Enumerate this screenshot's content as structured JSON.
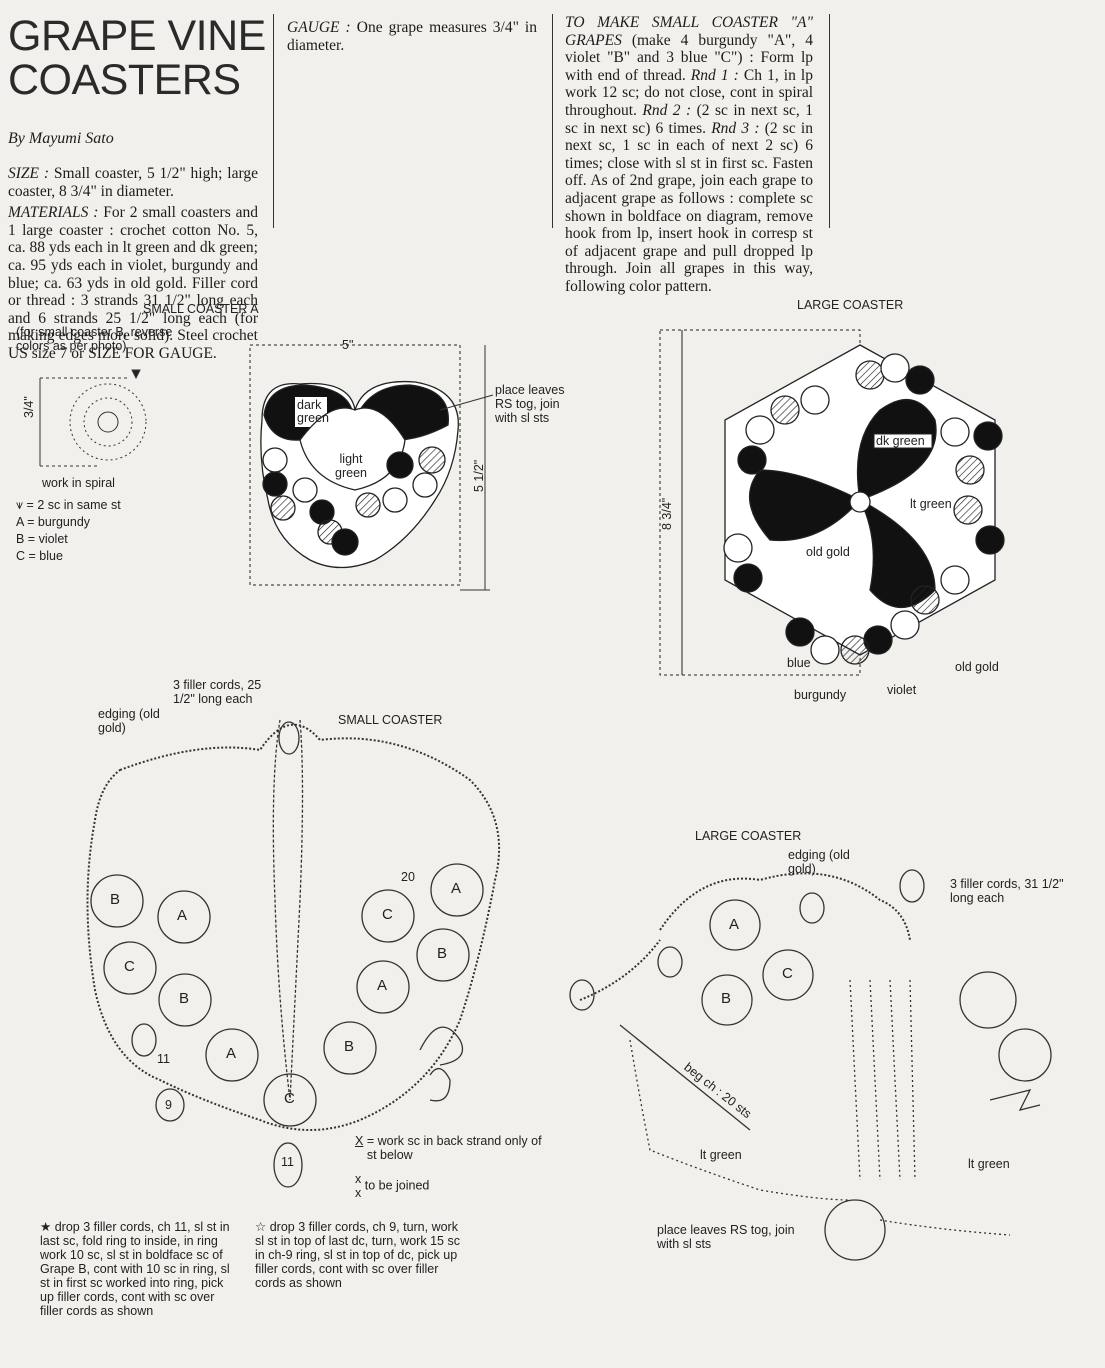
{
  "header": {
    "title_line1": "GRAPE VINE",
    "title_line2": "COASTERS",
    "byline": "By Mayumi Sato"
  },
  "text": {
    "size_label": "SIZE :",
    "size_text": " Small coaster, 5 1/2\" high; large coaster, 8 3/4\" in diameter.",
    "materials_label": "MATERIALS :",
    "materials_text": " For 2 small coasters and 1 large coaster : crochet cotton No. 5, ca. 88 yds each in lt green and dk green; ca. 95 yds each in violet, burgundy and blue; ca. 63 yds in old gold. Filler cord or thread : 3 strands 31 1/2\" long each and 6 strands 25 1/2\" long each (for making edges more solid). Steel crochet US size 7 or SIZE FOR GAUGE.",
    "gauge_label": "GAUGE :",
    "gauge_text": " One grape measures 3/4\" in diameter.",
    "make_label": "TO MAKE SMALL COASTER \"A\" GRAPES",
    "make_text": " (make 4 burgundy \"A\", 4 violet \"B\" and 3 blue \"C\") : Form lp with end of thread. ",
    "rnd1_label": "Rnd 1 :",
    "rnd1_text": " Ch 1, in lp work 12 sc; do not close, cont in spiral throughout. ",
    "rnd2_label": "Rnd 2 :",
    "rnd2_text": " (2 sc in next sc, 1 sc in next sc) 6 times. ",
    "rnd3_label": "Rnd 3 :",
    "rnd3_text": " (2 sc in next sc, 1 sc in each of next 2 sc) 6 times; close with sl st in first sc. Fasten off. As of 2nd grape, join each grape to adjacent grape as follows : complete sc shown in boldface on diagram, remove hook from lp, insert hook in corresp st of adjacent grape and pull dropped lp through. Join all grapes in this way, following color pattern."
  },
  "small_a": {
    "title": "SMALL COASTER A",
    "note": "(for small coaster B, reverse colors as per photo)",
    "dim_small": "3/4\"",
    "spiral": "work in spiral",
    "width": "5\"",
    "height": "5 1/2\"",
    "dark": "dark green",
    "light": "light green",
    "place": "place leaves RS tog, join with sl sts",
    "legend": [
      "= 2 sc in same st",
      "A = burgundy",
      "B = violet",
      "C = blue"
    ]
  },
  "large_top": {
    "title": "LARGE COASTER",
    "height": "8 3/4\"",
    "dk": "dk green",
    "lt": "lt green",
    "oldgold1": "old gold",
    "oldgold2": "old gold",
    "blue": "blue",
    "violet": "violet",
    "burgundy": "burgundy"
  },
  "small_chart": {
    "cords": "3 filler cords, 25 1/2\" long each",
    "edging": "edging (old gold)",
    "title": "SMALL COASTER",
    "num11a": "11",
    "num9": "9",
    "num11b": "11",
    "num20": "20",
    "letters": [
      "B",
      "A",
      "C",
      "B",
      "A",
      "C",
      "C",
      "A",
      "B",
      "A",
      "B"
    ],
    "key1": "= work sc in back strand only of st below",
    "key2": "to be joined",
    "note1": "drop 3 filler cords, ch 11, sl st in last sc, fold ring to inside, in ring work 10 sc, sl st in boldface sc of Grape B, cont with 10 sc in ring, sl st in first sc worked into ring, pick up filler cords, cont with sc over filler cords as shown",
    "note2": "drop 3 filler cords, ch 9, turn, work sl st in top of last dc, turn, work 15 sc in ch-9 ring, sl st in top of dc, pick up filler cords, cont with sc over filler cords as shown"
  },
  "large_chart": {
    "title": "LARGE COASTER",
    "edging": "edging (old gold)",
    "cords": "3 filler cords, 31 1/2\" long each",
    "beg": "beg ch : 20 sts",
    "lt1": "lt green",
    "lt2": "lt green",
    "place": "place leaves RS tog, join with sl sts",
    "letters": [
      "A",
      "B",
      "C"
    ]
  }
}
